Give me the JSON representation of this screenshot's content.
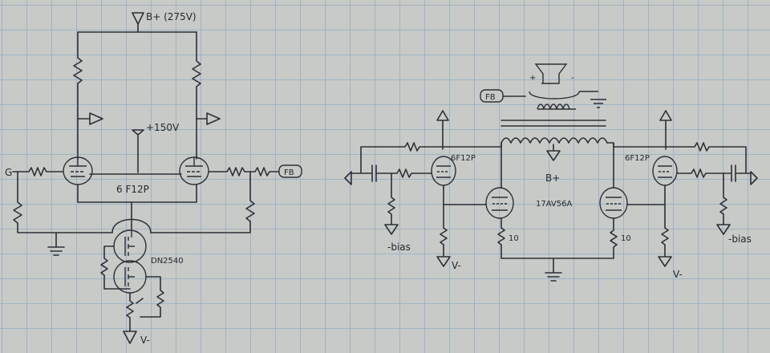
{
  "labels": {
    "supply": "B+ (275V)",
    "supply_mid": "+150V",
    "tube_left": "6 F12P",
    "ground_left": "G",
    "fb_left": "FB",
    "current_source": "DN2540",
    "vminus_left": "V-",
    "fb_right": "FB",
    "tube_right_a": "6F12P",
    "tube_right_b": "6F12P",
    "b_plus_right": "B+",
    "output_tube": "17AV56A",
    "bias_left": "-bias",
    "bias_right": "-bias",
    "vminus_a": "V-",
    "vminus_b": "V-",
    "res_a": "10",
    "res_b": "10",
    "spk_plus": "+",
    "spk_minus": "-"
  }
}
